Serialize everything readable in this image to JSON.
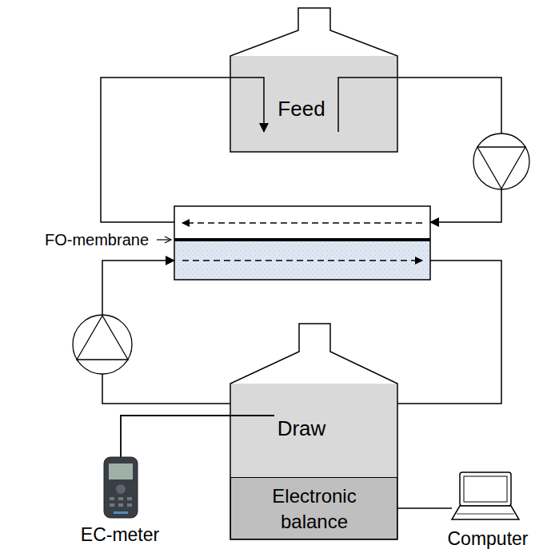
{
  "diagram": {
    "nodes": [
      {
        "text": [
          "Feed"
        ]
      },
      {
        "text": [
          "FO-membrane"
        ]
      },
      {
        "text": [
          "Draw"
        ]
      },
      {
        "text": [
          "Electronic balance"
        ],
        "in": 2
      },
      {
        "text": [
          "EC-meter"
        ]
      },
      {
        "text": [
          "Computer"
        ]
      }
    ],
    "edges": [
      {
        "from": 0,
        "to": 1,
        "arrow": "to"
      },
      {
        "from": 1,
        "to": 0,
        "arrow": "to"
      },
      {
        "from": 2,
        "to": 1,
        "arrow": "to"
      },
      {
        "from": 1,
        "to": 2,
        "arrow": "none"
      },
      {
        "from": 4,
        "to": 2,
        "arrow": "none"
      },
      {
        "from": 3,
        "to": 5,
        "arrow": "none"
      }
    ]
  }
}
